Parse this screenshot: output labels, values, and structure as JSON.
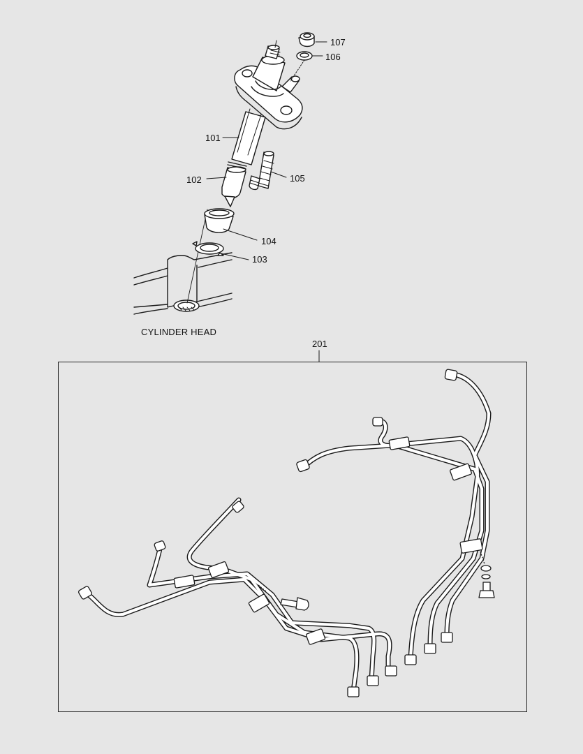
{
  "diagram": {
    "cylinder_head_label": "CYLINDER HEAD",
    "parts": {
      "p101": "101",
      "p102": "102",
      "p103": "103",
      "p104": "104",
      "p105": "105",
      "p106": "106",
      "p107": "107",
      "p201": "201"
    },
    "colors": {
      "background": "#e6e6e6",
      "line": "#1a1a1a",
      "fill": "#ffffff"
    }
  }
}
